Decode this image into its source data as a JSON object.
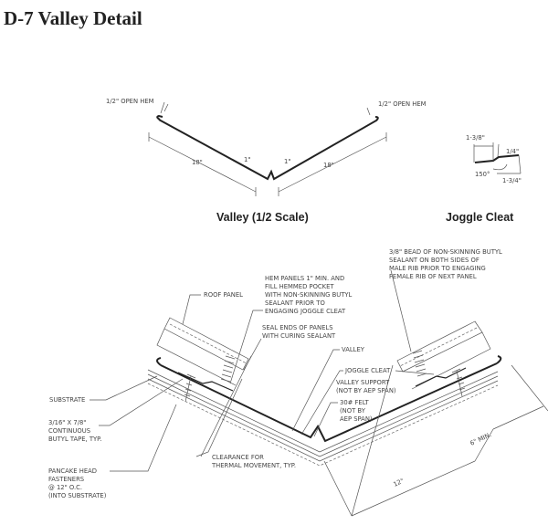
{
  "title": "D-7 Valley Detail",
  "valley_section": {
    "caption": "Valley (1/2 Scale)",
    "hem_left": "1/2\" OPEN HEM",
    "hem_right": "1/2\" OPEN HEM",
    "leg_left": "18\"",
    "leg_right": "18\"",
    "bend_left": "1\"",
    "bend_right": "1\""
  },
  "joggle_cleat": {
    "caption": "Joggle Cleat",
    "dim_a": "1-3/8\"",
    "dim_b": "1/4\"",
    "angle": "150°",
    "dim_c": "1-3/4\""
  },
  "detail_labels": {
    "roof_panel": "ROOF PANEL",
    "hem_panels": [
      "HEM PANELS 1\" MIN. AND",
      "FILL HEMMED POCKET",
      "WITH NON-SKINNING BUTYL",
      "SEALANT PRIOR TO",
      "ENGAGING JOGGLE CLEAT"
    ],
    "bead": [
      "3/8\" BEAD OF NON-SKINNING BUTYL",
      "SEALANT ON BOTH SIDES OF",
      "MALE RIB PRIOR TO ENGAGING",
      "FEMALE RIB OF NEXT PANEL"
    ],
    "seal_ends": [
      "SEAL ENDS OF PANELS",
      "WITH CURING SEALANT"
    ],
    "valley": "VALLEY",
    "joggle_cleat": "JOGGLE CLEAT",
    "valley_support": [
      "VALLEY SUPPORT",
      "(NOT BY AEP SPAN)"
    ],
    "felt": [
      "30# FELT",
      "(NOT BY",
      "AEP SPAN)"
    ],
    "substrate": "SUBSTRATE",
    "butyl_tape": [
      "3/16\" X 7/8\"",
      "CONTINUOUS",
      "BUTYL TAPE, TYP."
    ],
    "fasteners": [
      "PANCAKE HEAD",
      "FASTENERS",
      "@ 12\" O.C.",
      "(INTO SUBSTRATE)"
    ],
    "clearance": [
      "CLEARANCE FOR",
      "THERMAL MOVEMENT, TYP."
    ],
    "six_min": "6\" MIN.",
    "twelve": "12\""
  }
}
